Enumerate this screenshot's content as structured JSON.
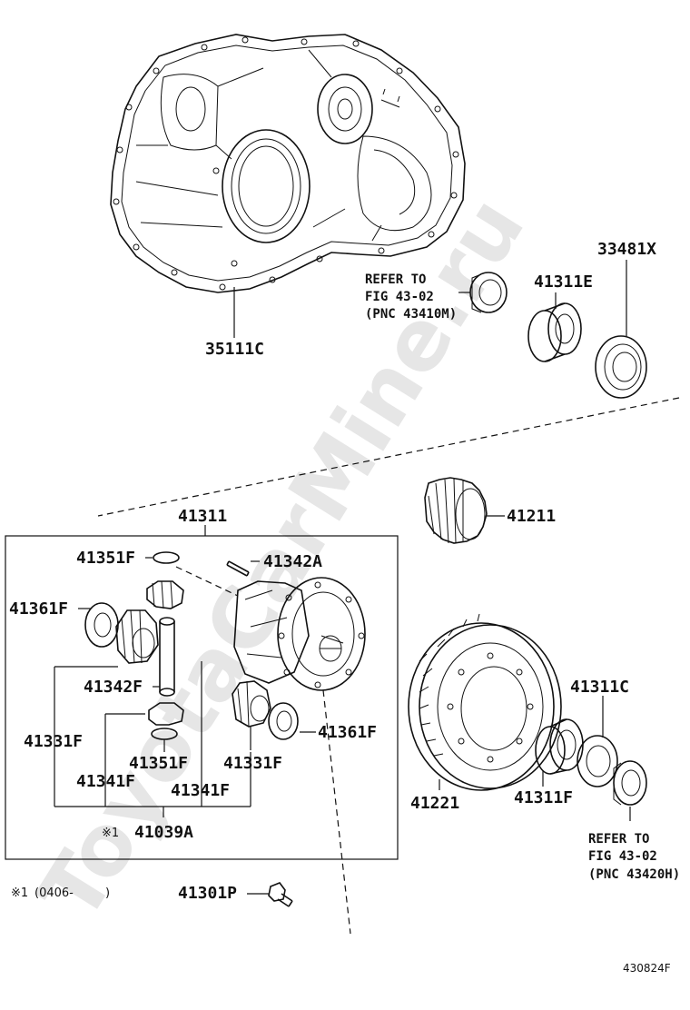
{
  "watermark": "ToyotaCarMine.ru",
  "figure_code": "430824F",
  "footnote": {
    "marker": "※1",
    "text": "(0406-",
    "close": ")"
  },
  "refer_upper": {
    "line1": "REFER TO",
    "line2": "FIG 43-02",
    "line3": "(PNC 43410M)"
  },
  "refer_lower": {
    "line1": "REFER TO",
    "line2": "FIG 43-02",
    "line3": "(PNC 43420H)"
  },
  "parts": {
    "housing": "35111C",
    "bearing_upper": "41311E",
    "seal_upper": "33481X",
    "assembly": "41311",
    "pinion_gear": "41211",
    "washer_left_top": "41351F",
    "pin": "41342A",
    "washer_left": "41361F",
    "shaft": "41342F",
    "side_gear_left": "41331F",
    "washer_left_bottom": "41351F",
    "pinion_left": "41341F",
    "pinion_right": "41341F",
    "side_gear_right": "41331F",
    "washer_right": "41361F",
    "kit": "41039A",
    "kit_marker": "※1",
    "bolt": "41301P",
    "ring_gear": "41221",
    "shim_right": "41311C",
    "bearing_lower": "41311F"
  }
}
